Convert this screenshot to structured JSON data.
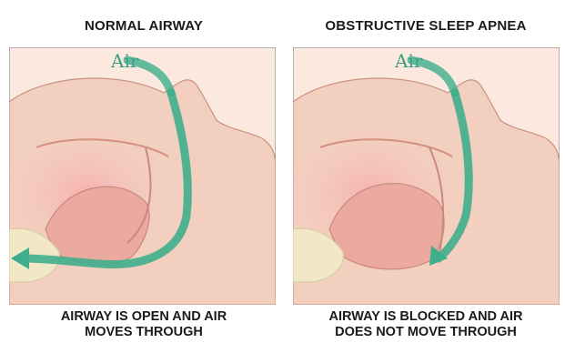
{
  "panels": [
    {
      "title": "NORMAL AIRWAY",
      "air_label": "Air",
      "caption_line1": "AIRWAY IS OPEN AND AIR",
      "caption_line2": "MOVES THROUGH",
      "airway_state": "open"
    },
    {
      "title": "OBSTRUCTIVE SLEEP APNEA",
      "air_label": "Air",
      "caption_line1": "AIRWAY IS BLOCKED AND AIR",
      "caption_line2": "DOES NOT MOVE THROUGH",
      "airway_state": "blocked"
    }
  ],
  "colors": {
    "skin": "#f3cfc0",
    "skin_dark": "#e4aa9a",
    "throat_pink": "#f5a6a6",
    "arrow": "#3fae8c",
    "arrow_dark": "#2a8a6c",
    "pillow": "#f2e8c8",
    "frame": "#8a8a8a"
  }
}
